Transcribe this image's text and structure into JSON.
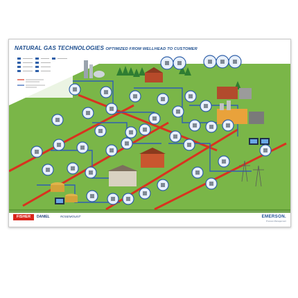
{
  "poster": {
    "title_main": "NATURAL GAS TECHNOLOGIES",
    "title_sub": "Optimized from Wellhead to Customer",
    "brands": {
      "fisher": "FISHER",
      "daniel": "DANIEL",
      "rosemount": "ROSEMOUNT",
      "emerson": "EMERSON.",
      "emerson_tagline": "Process Management"
    }
  },
  "colors": {
    "background": "#ffffff",
    "ground": "#7ab648",
    "ground_dark": "#5e9a36",
    "pipeline_main": "#d9321f",
    "pipeline_blue": "#2f5fb3",
    "callout_border": "#2e5fa8",
    "callout_fill": "#e8f0fb",
    "title_blue": "#1f4f8f"
  },
  "icons": [
    "wellhead-icon",
    "valve-icon",
    "regulator-icon",
    "meter-icon",
    "compressor-station-icon",
    "storage-tank-icon",
    "control-room-icon",
    "power-tower-icon",
    "gas-plant-icon",
    "industrial-plant-icon",
    "residential-house-icon",
    "tree-icon",
    "computer-monitor-icon"
  ]
}
